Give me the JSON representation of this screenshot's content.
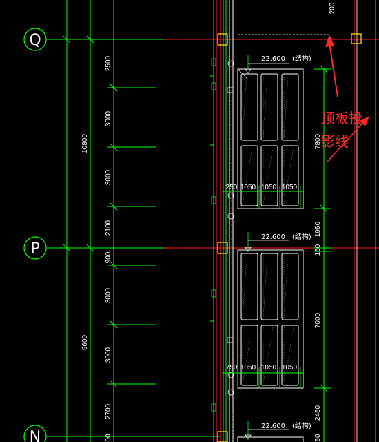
{
  "grid_axes": [
    "Q",
    "P",
    "N"
  ],
  "left_dims": {
    "total_upper": "10800",
    "total_lower": "9600",
    "segments": [
      "2500",
      "3000",
      "3000",
      "2100",
      "900",
      "3000",
      "3000",
      "2700",
      "00"
    ]
  },
  "top_dim": "200",
  "right_dims": [
    "7800",
    "1950",
    "150",
    "7000",
    "2450",
    "50"
  ],
  "windows": [
    {
      "elevation": "22.600",
      "note": "(结构)",
      "widths": [
        "250",
        "1050",
        "1050",
        "1050"
      ]
    },
    {
      "elevation": "22.600",
      "note": "(结构)",
      "widths": [
        "750",
        "1050",
        "1050",
        "1050"
      ]
    },
    {
      "elevation": "22.600",
      "note": "(结构)"
    }
  ],
  "annotation": {
    "line1": "顶板投",
    "line2": "影线"
  },
  "colors": {
    "background": "#000000",
    "grid_line": "#00ff00",
    "axis_red": "#ff2020",
    "annotation": "#ff2a2a",
    "bubble": "#00ff00",
    "column_box": "#ffd700"
  }
}
